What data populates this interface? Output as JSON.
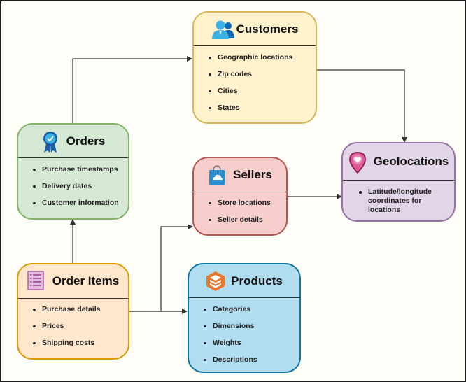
{
  "diagram": {
    "colors": {
      "customers": {
        "fill": "#fff2cc",
        "border": "#d6b656"
      },
      "orders": {
        "fill": "#d5e8d4",
        "border": "#82b366"
      },
      "sellers": {
        "fill": "#f8cecc",
        "border": "#b85450"
      },
      "geolocations": {
        "fill": "#e1d5e7",
        "border": "#9673a6"
      },
      "order_items": {
        "fill": "#ffe6cc",
        "border": "#d79b00"
      },
      "products": {
        "fill": "#b1ddf0",
        "border": "#10739e"
      },
      "connector": "#333333"
    },
    "entities": {
      "customers": {
        "title": "Customers",
        "icon": "users-icon",
        "items": [
          "Geographic locations",
          "Zip codes",
          "Cities",
          "States"
        ]
      },
      "orders": {
        "title": "Orders",
        "icon": "award-badge-icon",
        "items": [
          "Purchase timestamps",
          "Delivery dates",
          "Customer information"
        ]
      },
      "sellers": {
        "title": "Sellers",
        "icon": "shopping-bag-icon",
        "items": [
          "Store locations",
          "Seller details"
        ]
      },
      "geolocations": {
        "title": "Geolocations",
        "icon": "map-pin-heart-icon",
        "items": [
          "Latitude/longitude coordinates for locations"
        ]
      },
      "order_items": {
        "title": "Order Items",
        "icon": "list-icon",
        "items": [
          "Purchase details",
          "Prices",
          "Shipping costs"
        ]
      },
      "products": {
        "title": "Products",
        "icon": "package-icon",
        "items": [
          "Categories",
          "Dimensions",
          "Weights",
          "Descriptions"
        ]
      }
    },
    "connections": [
      {
        "from": "Orders",
        "to": "Customers"
      },
      {
        "from": "Customers",
        "to": "Geolocations"
      },
      {
        "from": "Sellers",
        "to": "Geolocations"
      },
      {
        "from": "Order Items",
        "to": "Orders"
      },
      {
        "from": "Order Items",
        "to": "Sellers"
      },
      {
        "from": "Order Items",
        "to": "Products"
      }
    ]
  }
}
